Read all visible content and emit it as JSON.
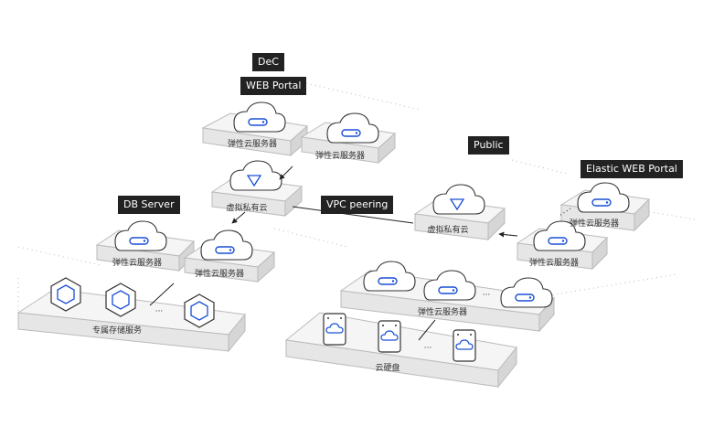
{
  "labels": {
    "dec": "DeC",
    "web_portal": "WEB Portal",
    "public": "Public",
    "elastic_web_portal": "Elastic WEB Portal",
    "db_server": "DB Server",
    "vpc_peering": "VPC peering"
  },
  "nodes": {
    "ecs": "弹性云服务器",
    "vpc": "虚拟私有云",
    "dss": "专属存储服务",
    "evs": "云硬盘"
  },
  "ellipsis": "···",
  "colors": {
    "accent": "#1a4fd6",
    "label_bg": "#222222",
    "tile_top": "#f7f7f7",
    "tile_front": "#e6e6e6",
    "tile_side": "#d4d4d4"
  }
}
